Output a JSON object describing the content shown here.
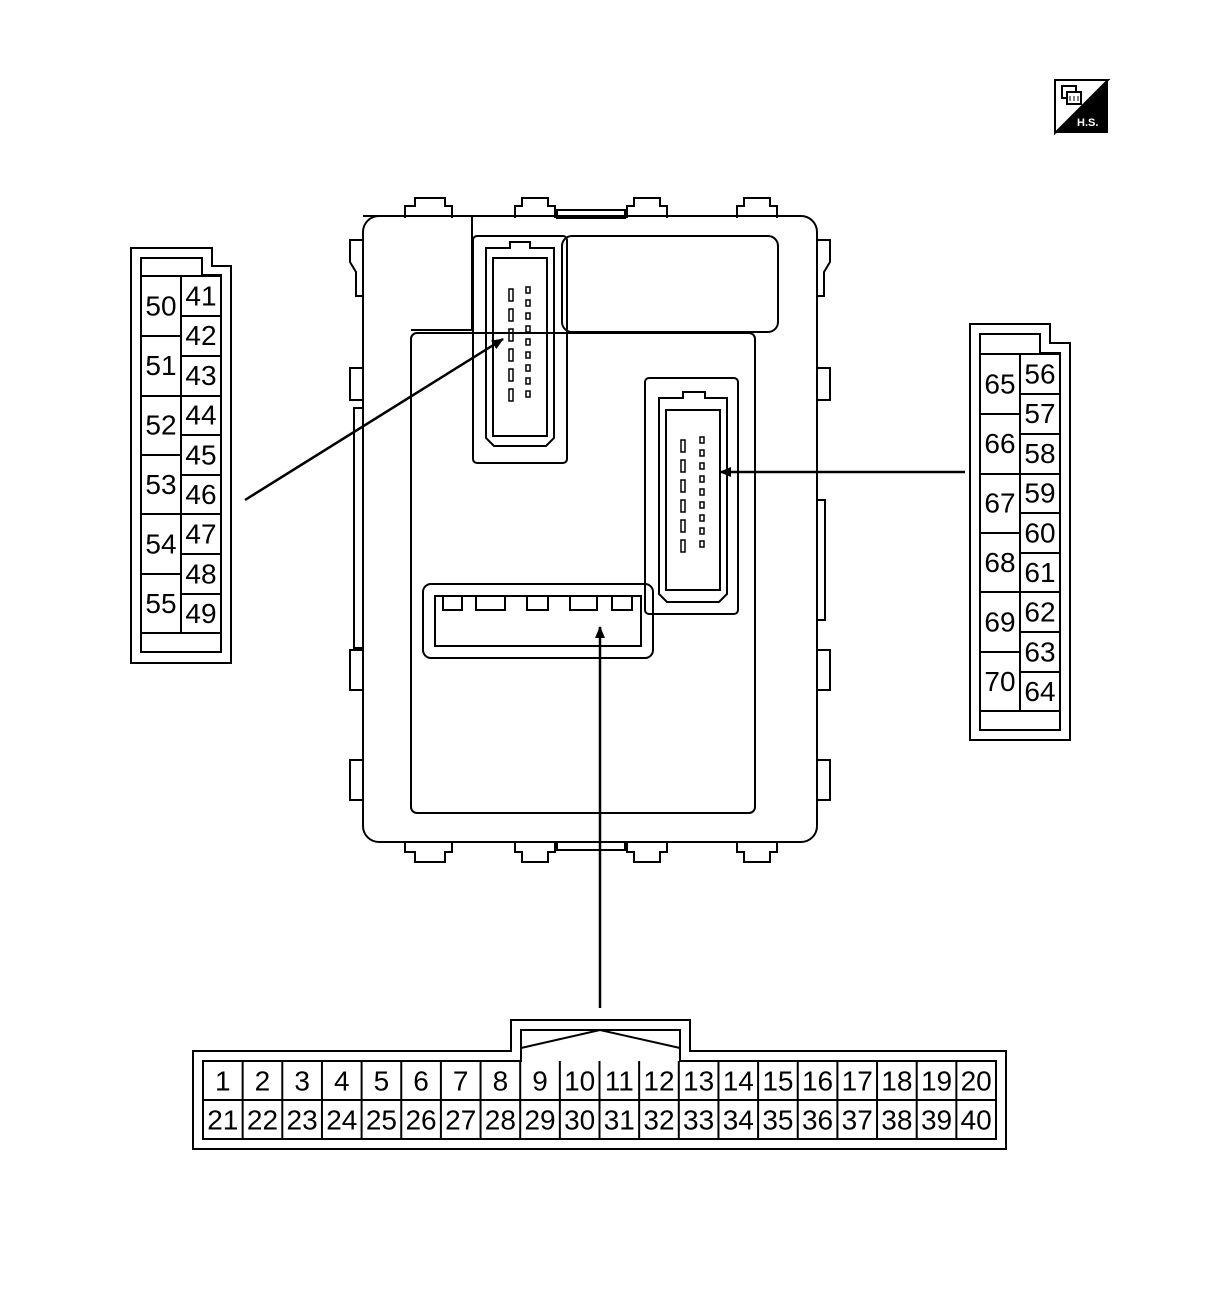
{
  "logo": {
    "text": "H.S.",
    "icon": "harness-symbol-icon"
  },
  "connector_left": {
    "outer_column": [
      "50",
      "51",
      "52",
      "53",
      "54",
      "55"
    ],
    "inner_column": [
      "41",
      "42",
      "43",
      "44",
      "45",
      "46",
      "47",
      "48",
      "49"
    ]
  },
  "connector_right": {
    "outer_column": [
      "65",
      "66",
      "67",
      "68",
      "69",
      "70"
    ],
    "inner_column": [
      "56",
      "57",
      "58",
      "59",
      "60",
      "61",
      "62",
      "63",
      "64"
    ]
  },
  "connector_bottom": {
    "top_row": [
      "1",
      "2",
      "3",
      "4",
      "5",
      "6",
      "7",
      "8",
      "9",
      "10",
      "11",
      "12",
      "13",
      "14",
      "15",
      "16",
      "17",
      "18",
      "19",
      "20"
    ],
    "bottom_row": [
      "21",
      "22",
      "23",
      "24",
      "25",
      "26",
      "27",
      "28",
      "29",
      "30",
      "31",
      "32",
      "33",
      "34",
      "35",
      "36",
      "37",
      "38",
      "39",
      "40"
    ]
  }
}
